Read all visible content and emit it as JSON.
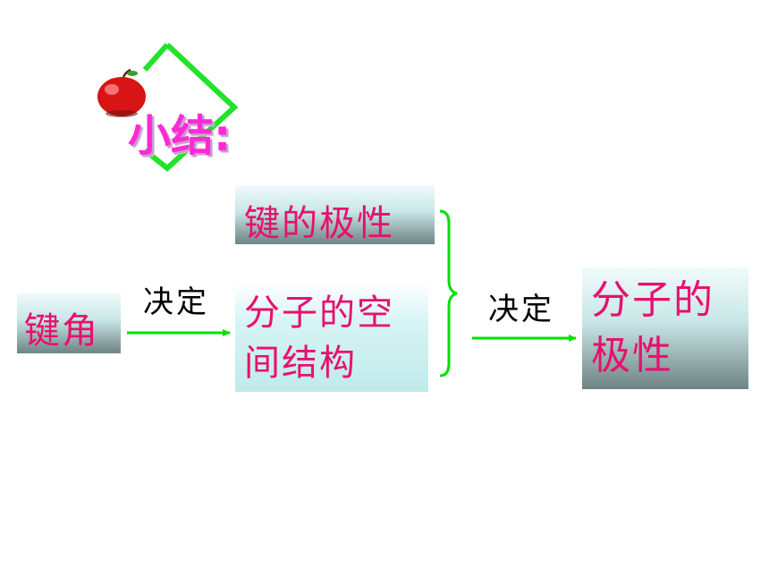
{
  "title": "小结:",
  "nodes": {
    "bond_angle": "键角",
    "bond_polarity": "键的极性",
    "spatial_structure": "分子的空间结构",
    "molecular_polarity": "分子的极性"
  },
  "edge_labels": {
    "determines_1": "决定",
    "determines_2": "决定"
  },
  "colors": {
    "node_text": "#e8106e",
    "title": "#ff2ad4",
    "arrow": "#00e000",
    "deco": "#22e22a"
  }
}
